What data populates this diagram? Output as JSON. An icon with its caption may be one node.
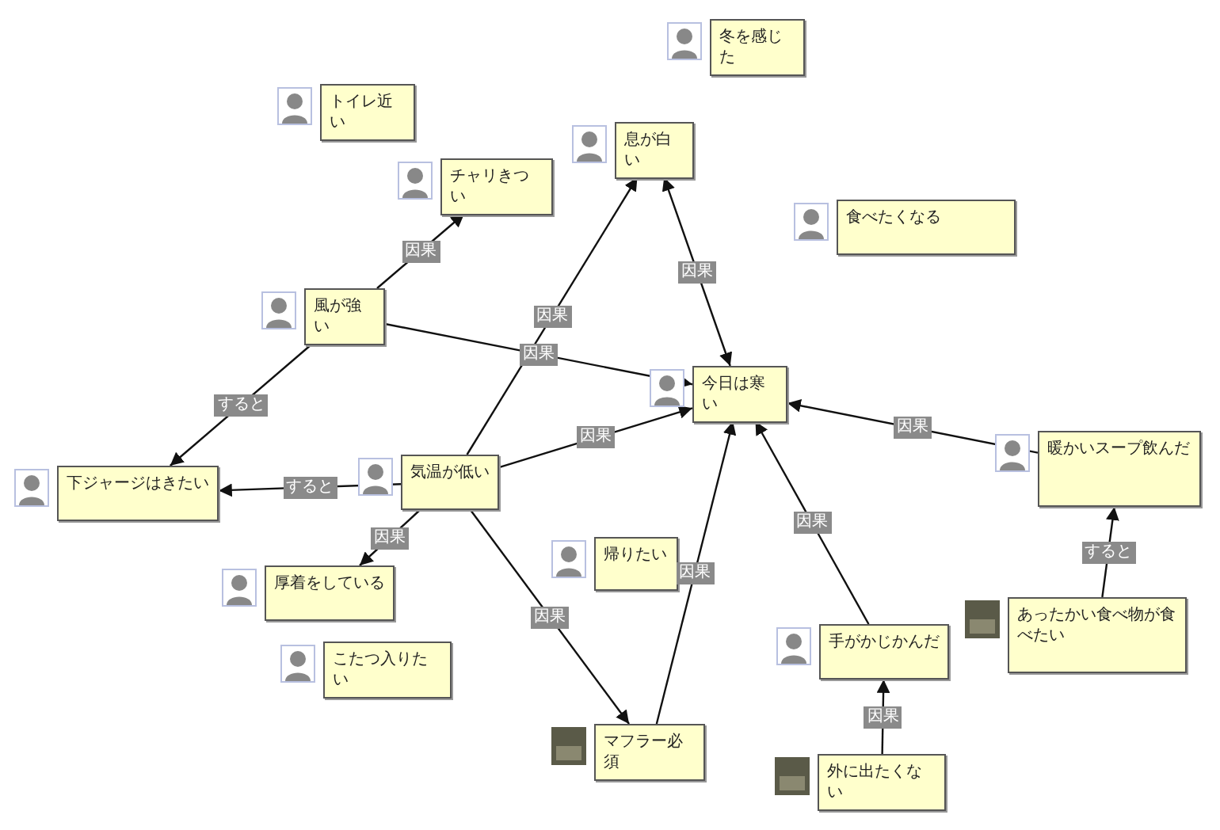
{
  "diagram": {
    "nodes": [
      {
        "text": [
          "冬を感じた"
        ]
      },
      {
        "text": [
          "トイレ近い"
        ]
      },
      {
        "text": [
          "息が白い"
        ]
      },
      {
        "text": [
          "チャリきつい"
        ]
      },
      {
        "text": [
          "食べたくなる"
        ]
      },
      {
        "text": [
          "風が強い"
        ]
      },
      {
        "text": [
          "今日は寒い"
        ]
      },
      {
        "text": [
          "暖かいスープ飲んだ"
        ]
      },
      {
        "text": [
          "下ジャージはきたい"
        ]
      },
      {
        "text": [
          "気温が低い"
        ]
      },
      {
        "text": [
          "帰りたい"
        ]
      },
      {
        "text": [
          "厚着をしている"
        ]
      },
      {
        "text": [
          "あったかい食べ物が食べたい"
        ]
      },
      {
        "text": [
          "こたつ入りたい"
        ]
      },
      {
        "text": [
          "手がかじかんだ"
        ]
      },
      {
        "text": [
          "マフラー必須"
        ]
      },
      {
        "text": [
          "外に出たくない"
        ]
      }
    ],
    "edges": [
      {
        "from": 5,
        "to": 3,
        "arrow": "to",
        "label": "因果"
      },
      {
        "from": 5,
        "to": 8,
        "arrow": "to",
        "label": "すると"
      },
      {
        "from": 5,
        "to": 6,
        "arrow": "to",
        "label": "因果"
      },
      {
        "from": 9,
        "to": 2,
        "arrow": "to",
        "label": "因果"
      },
      {
        "from": 2,
        "to": 6,
        "arrow": "both",
        "label": "因果"
      },
      {
        "from": 9,
        "to": 6,
        "arrow": "to",
        "label": "因果"
      },
      {
        "from": 9,
        "to": 8,
        "arrow": "to",
        "label": "すると"
      },
      {
        "from": 9,
        "to": 11,
        "arrow": "to",
        "label": "因果"
      },
      {
        "from": 9,
        "to": 15,
        "arrow": "to",
        "label": "因果"
      },
      {
        "from": 15,
        "to": 6,
        "arrow": "to",
        "label": "因果"
      },
      {
        "from": 14,
        "to": 6,
        "arrow": "to",
        "label": "因果"
      },
      {
        "from": 7,
        "to": 6,
        "arrow": "to",
        "label": "因果"
      },
      {
        "from": 12,
        "to": 7,
        "arrow": "to",
        "label": "すると"
      },
      {
        "from": 16,
        "to": 14,
        "arrow": "to",
        "label": "因果"
      }
    ]
  }
}
